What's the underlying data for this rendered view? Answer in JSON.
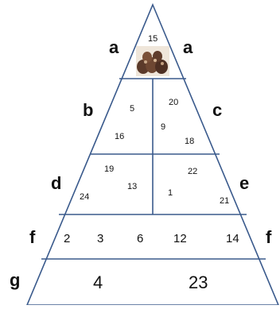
{
  "tiers": {
    "a_left": "a",
    "a_right": "a",
    "b": "b",
    "c": "c",
    "d": "d",
    "e": "e",
    "f_left": "f",
    "f_right": "f",
    "g": "g"
  },
  "numbers": {
    "top": "15",
    "b": [
      "5",
      "16"
    ],
    "c": [
      "20",
      "9",
      "18"
    ],
    "d": [
      "19",
      "13",
      "24"
    ],
    "e": [
      "22",
      "1",
      "21"
    ],
    "f": [
      "2",
      "3",
      "6",
      "12",
      "14"
    ],
    "g": [
      "4",
      "23"
    ]
  },
  "image": {
    "description_icon": "food-photo-icon"
  },
  "colors": {
    "lines": "#3a5a8c",
    "text": "#111111"
  }
}
